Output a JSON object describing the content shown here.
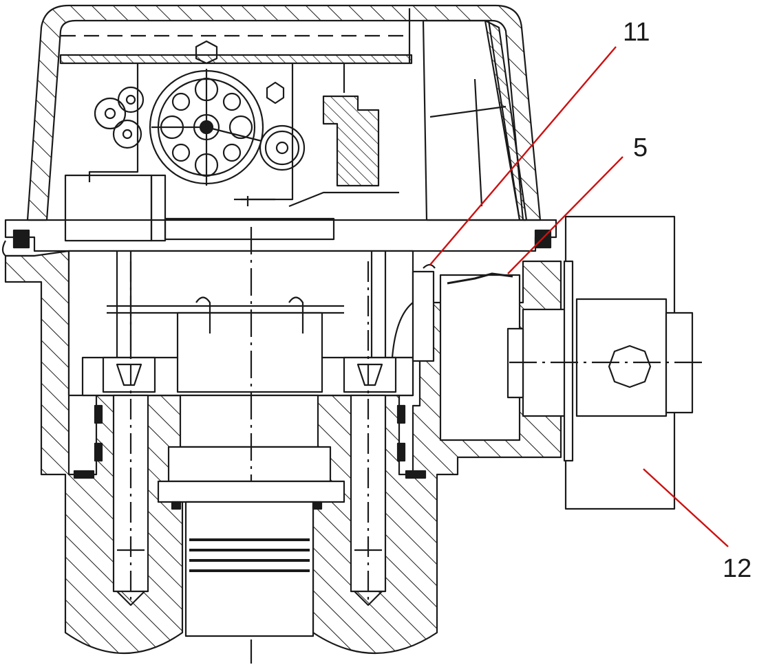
{
  "callouts": {
    "c11": "11",
    "c5": "5",
    "c12": "12"
  },
  "colors": {
    "line": "#1a1a1a",
    "leader": "#cc1111",
    "background": "#ffffff"
  }
}
